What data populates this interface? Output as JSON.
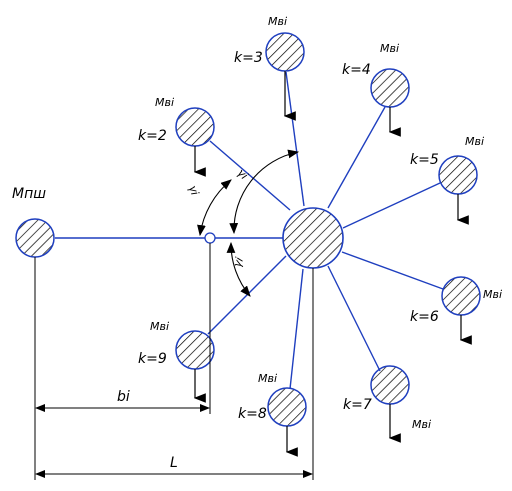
{
  "diagram": {
    "hub_label": "",
    "left_mass_label": "Мпш",
    "mass_label": "Мві",
    "k_labels": [
      "k=2",
      "k=3",
      "k=4",
      "k=5",
      "k=6",
      "k=7",
      "k=8",
      "k=9"
    ],
    "angle_label": "γi",
    "dim_b_label": "bi",
    "dim_L_label": "L",
    "colors": {
      "link": "#1f3fbf",
      "ink": "#000000",
      "hatch": "#000000"
    }
  }
}
